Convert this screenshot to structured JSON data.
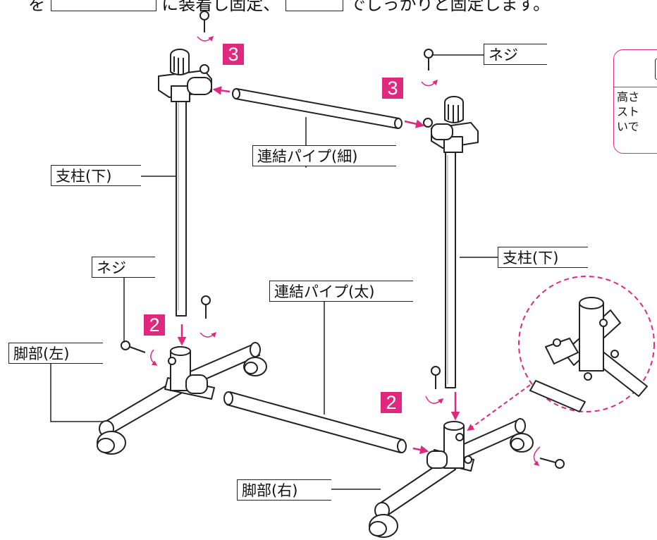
{
  "top_line": {
    "text_1": "を",
    "text_2": "に装着し固定、",
    "text_3": "でしっかりと固定します。"
  },
  "labels": {
    "post_lower_left": "支柱(下)",
    "post_lower_right": "支柱(下)",
    "pipe_thin": "連結パイプ(細)",
    "pipe_thick": "連結パイプ(太)",
    "screw_left": "ネジ",
    "screw_right": "ネジ",
    "base_left": "脚部(左)",
    "base_right": "脚部(右)"
  },
  "steps": {
    "step_3_left": "3",
    "step_3_right": "3",
    "step_2_left": "2",
    "step_2_right": "2"
  },
  "note": {
    "lines": [
      "高さ",
      "スト",
      "いで"
    ]
  },
  "colors": {
    "accent": "#e0287e",
    "line": "#222222",
    "background": "#ffffff"
  }
}
